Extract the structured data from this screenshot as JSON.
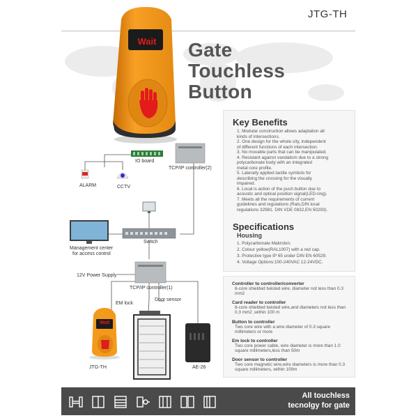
{
  "header": {
    "model_code": "JTG-TH",
    "title_lines": [
      "Gate",
      "Touchless",
      "Button"
    ]
  },
  "device": {
    "display_text": "Wait"
  },
  "key_benefits": {
    "heading": "Key Benefits",
    "items": [
      "1. Modular construction allows adaptation all",
      "   kinds of intersections.",
      "2. One design for the whole city, independent",
      "   of different functions of each intersection.",
      "3. No movable parts that can be manipulated.",
      "4. Resistant against vandalism due to a strong",
      "   polycarbonate body with an integrated",
      "   metal core profile.",
      "5. Laterally applied tactile symbols for",
      "   describing the crossing for the visually",
      "   impaired.",
      "6. Local is action of the push button due to",
      "   acoustic and optical position signal(LED-ring).",
      "7. Meets all the requirements of current",
      "   guidelines and regulations (Rals,DIN local",
      "   regulations 32981. DIN VDE 0832,EN 50293)."
    ]
  },
  "specifications": {
    "heading": "Specifications",
    "housing_heading": "Housing",
    "items": [
      "1. Polycarbonate Makrolon.",
      "2. Colour yellow(RAL1007) with a red cap.",
      "3. Protective type IP 65 under DIN EN 60529.",
      "4. Voltage Options:100-240VAC  12-24VDC."
    ]
  },
  "wiring": [
    {
      "title": "Controller to controller/converter",
      "text": "8-core shielded twisted wire, diameter not less than 0.3 mm2"
    },
    {
      "title": "Card reader to controller",
      "text": "8-core shielded twisted wire,and diameters not less than 0.3 mm2 ,within 100 m"
    },
    {
      "title": "Button to controller",
      "text": "Two core wire with a wire diameter of 0.3 square millimeters or more"
    },
    {
      "title": "Em lock to controller",
      "text": "Two core power cable, wire diameter is more than 1.0 square millimeters,less than 50m"
    },
    {
      "title": "Door sensor to controller",
      "text": "Two core magnetic wire,wire diameters is more than 0.3 square millimeters, within 100m"
    }
  ],
  "diagram": {
    "io_board": "IO board",
    "tcpip_controller_2": "TCP/IP controller(2)",
    "alarm": "ALARM",
    "cctv": "CCTV",
    "management_center": "Management center",
    "management_center_2": "for access control",
    "switch": "Switch",
    "power_supply": "12V Power Supply",
    "tcpip_controller_1": "TCP/IP controller(1)",
    "em_lock": "EM lock",
    "door_sensor": "Door sensor",
    "jtg_th": "JTG-TH",
    "ae26": "AE-26",
    "small_device_text": "Wait"
  },
  "footer": {
    "line1": "All touchless",
    "line2": "tecnolgy for gate"
  },
  "colors": {
    "device_orange": "#f39a1c",
    "wait_red": "#e21b1b",
    "footer_bg": "#4a4a4a"
  }
}
